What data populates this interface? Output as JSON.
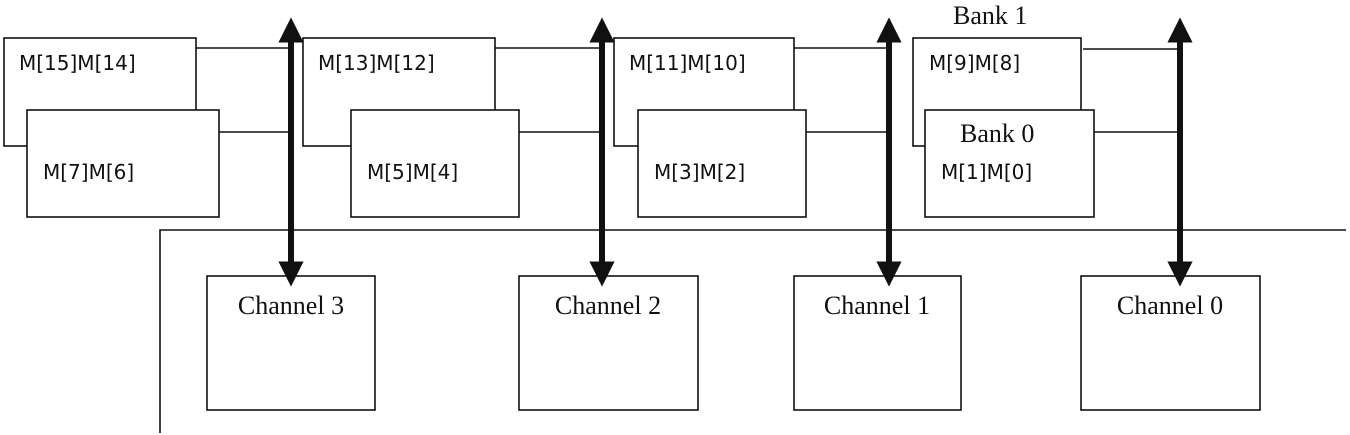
{
  "diagram": {
    "bank_labels": {
      "bank1": "Bank 1",
      "bank0": "Bank 0"
    },
    "modules": {
      "m15_14": "M[15]M[14]",
      "m13_12": "M[13]M[12]",
      "m11_10": "M[11]M[10]",
      "m9_8": "M[9]M[8]",
      "m7_6": "M[7]M[6]",
      "m5_4": "M[5]M[4]",
      "m3_2": "M[3]M[2]",
      "m1_0": "M[1]M[0]"
    },
    "channels": {
      "ch3": "Channel 3",
      "ch2": "Channel 2",
      "ch1": "Channel 1",
      "ch0": "Channel 0"
    },
    "colors": {
      "line": "#111111",
      "background": "#ffffff"
    }
  }
}
